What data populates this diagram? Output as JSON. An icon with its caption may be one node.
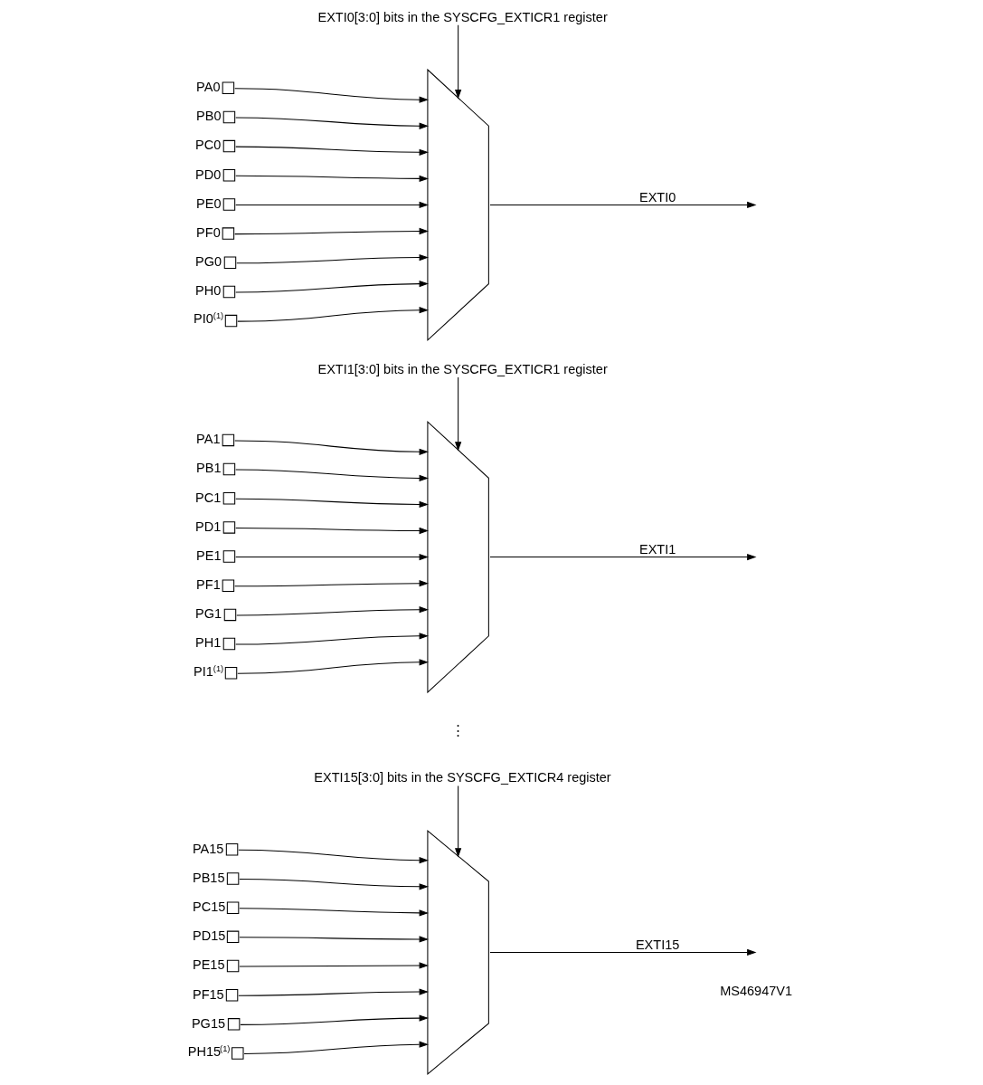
{
  "diagram": {
    "nodes": [
      {
        "text": [
          "EXTI0[3:0] bits in the SYSCFG_EXTICR1 register"
        ]
      },
      {
        "text": [
          "PA0"
        ]
      },
      {
        "text": [
          "PB0"
        ]
      },
      {
        "text": [
          "PC0"
        ]
      },
      {
        "text": [
          "PD0"
        ]
      },
      {
        "text": [
          "PE0"
        ]
      },
      {
        "text": [
          "PF0"
        ]
      },
      {
        "text": [
          "PG0"
        ]
      },
      {
        "text": [
          "PH0"
        ]
      },
      {
        "text": [
          "PI0$^{(1)}$"
        ]
      },
      {
        "text": [],
        "shape": "trapezoid"
      },
      {
        "text": [
          "EXTI1[3:0] bits in the SYSCFG_EXTICR1 register"
        ]
      },
      {
        "text": [
          "PA1"
        ]
      },
      {
        "text": [
          "PB1"
        ]
      },
      {
        "text": [
          "PC1"
        ]
      },
      {
        "text": [
          "PD1"
        ]
      },
      {
        "text": [
          "PE1"
        ]
      },
      {
        "text": [
          "PF1"
        ]
      },
      {
        "text": [
          "PG1"
        ]
      },
      {
        "text": [
          "PH1"
        ]
      },
      {
        "text": [
          "PI1$^{(1)}$"
        ]
      },
      {
        "text": [],
        "shape": "trapezoid"
      },
      {
        "text": [
          "EXTI15[3:0] bits in the SYSCFG_EXTICR4 register"
        ]
      },
      {
        "text": [
          "PA15"
        ]
      },
      {
        "text": [
          "PB15"
        ]
      },
      {
        "text": [
          "PC15"
        ]
      },
      {
        "text": [
          "PD15"
        ]
      },
      {
        "text": [
          "PE15"
        ]
      },
      {
        "text": [
          "PF15"
        ]
      },
      {
        "text": [
          "PG15"
        ]
      },
      {
        "text": [
          "PH15$^{(1)}$"
        ]
      },
      {
        "text": [],
        "shape": "trapezoid"
      }
    ],
    "edges": [
      {
        "from": 0,
        "to": 10,
        "arrow": "to"
      },
      {
        "from": 1,
        "to": 10,
        "arrow": "to"
      },
      {
        "from": 2,
        "to": 10,
        "arrow": "to"
      },
      {
        "from": 3,
        "to": 10,
        "arrow": "to"
      },
      {
        "from": 4,
        "to": 10,
        "arrow": "to"
      },
      {
        "from": 5,
        "to": 10,
        "arrow": "to"
      },
      {
        "from": 6,
        "to": 10,
        "arrow": "to"
      },
      {
        "from": 7,
        "to": 10,
        "arrow": "to"
      },
      {
        "from": 8,
        "to": 10,
        "arrow": "to"
      },
      {
        "from": 9,
        "to": 10,
        "arrow": "to"
      },
      {
        "from": 10,
        "to": null,
        "arrow": "to",
        "label": "EXTI0"
      },
      {
        "from": 11,
        "to": 21,
        "arrow": "to"
      },
      {
        "from": 12,
        "to": 21,
        "arrow": "to"
      },
      {
        "from": 13,
        "to": 21,
        "arrow": "to"
      },
      {
        "from": 14,
        "to": 21,
        "arrow": "to"
      },
      {
        "from": 15,
        "to": 21,
        "arrow": "to"
      },
      {
        "from": 16,
        "to": 21,
        "arrow": "to"
      },
      {
        "from": 17,
        "to": 21,
        "arrow": "to"
      },
      {
        "from": 18,
        "to": 21,
        "arrow": "to"
      },
      {
        "from": 19,
        "to": 21,
        "arrow": "to"
      },
      {
        "from": 20,
        "to": 21,
        "arrow": "to"
      },
      {
        "from": 21,
        "to": null,
        "arrow": "to",
        "label": "EXTI1"
      },
      {
        "from": 22,
        "to": 31,
        "arrow": "to"
      },
      {
        "from": 23,
        "to": 31,
        "arrow": "to"
      },
      {
        "from": 24,
        "to": 31,
        "arrow": "to"
      },
      {
        "from": 25,
        "to": 31,
        "arrow": "to"
      },
      {
        "from": 26,
        "to": 31,
        "arrow": "to"
      },
      {
        "from": 27,
        "to": 31,
        "arrow": "to"
      },
      {
        "from": 28,
        "to": 31,
        "arrow": "to"
      },
      {
        "from": 29,
        "to": 31,
        "arrow": "to"
      },
      {
        "from": 30,
        "to": 31,
        "arrow": "to"
      },
      {
        "from": 31,
        "to": null,
        "arrow": "to",
        "label": "EXTI15"
      }
    ],
    "labels": [
      "⋮",
      "MS46947V1"
    ]
  }
}
